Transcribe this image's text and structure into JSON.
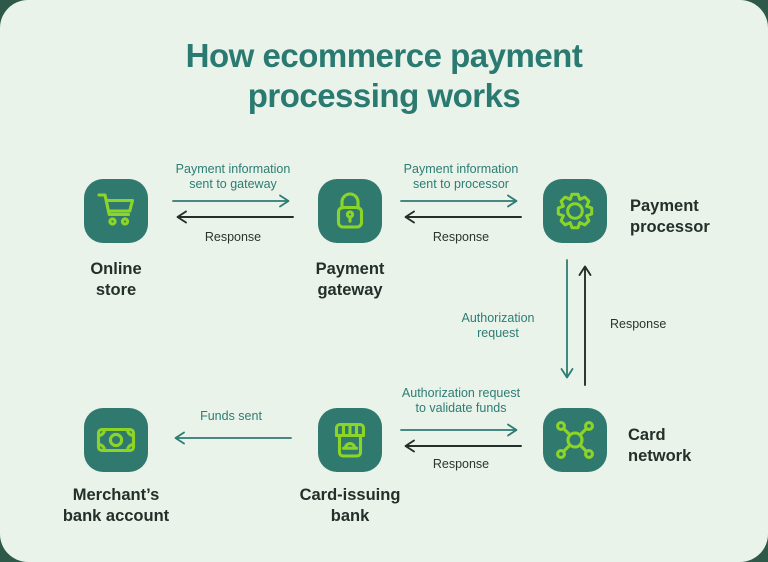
{
  "title": "How ecommerce payment\nprocessing works",
  "colors": {
    "outer_background": "#2e5949",
    "panel_background": "#e9f3e9",
    "tile_background": "#30796f",
    "icon_stroke": "#8cd527",
    "heading_text": "#2b7a72",
    "request_text": "#2d7c74",
    "response_text": "#2a352f"
  },
  "nodes": {
    "online_store": {
      "label": "Online\nstore",
      "icon": "shopping-cart-icon"
    },
    "payment_gateway": {
      "label": "Payment\ngateway",
      "icon": "padlock-icon"
    },
    "payment_processor": {
      "label": "Payment\nprocessor",
      "icon": "gear-icon"
    },
    "merchant_bank": {
      "label": "Merchant’s\nbank account",
      "icon": "banknote-icon"
    },
    "card_issuing_bank": {
      "label": "Card-issuing\nbank",
      "icon": "storefront-icon"
    },
    "card_network": {
      "label": "Card\nnetwork",
      "icon": "network-icon"
    }
  },
  "flows": {
    "store_gateway": {
      "request": "Payment information\nsent to gateway",
      "response": "Response"
    },
    "gateway_processor": {
      "request": "Payment information\nsent to processor",
      "response": "Response"
    },
    "processor_network": {
      "request": "Authorization\nrequest",
      "response": "Response"
    },
    "issuing_network": {
      "request": "Authorization request\nto validate funds",
      "response": "Response"
    },
    "issuing_merchant": {
      "label": "Funds sent"
    }
  }
}
